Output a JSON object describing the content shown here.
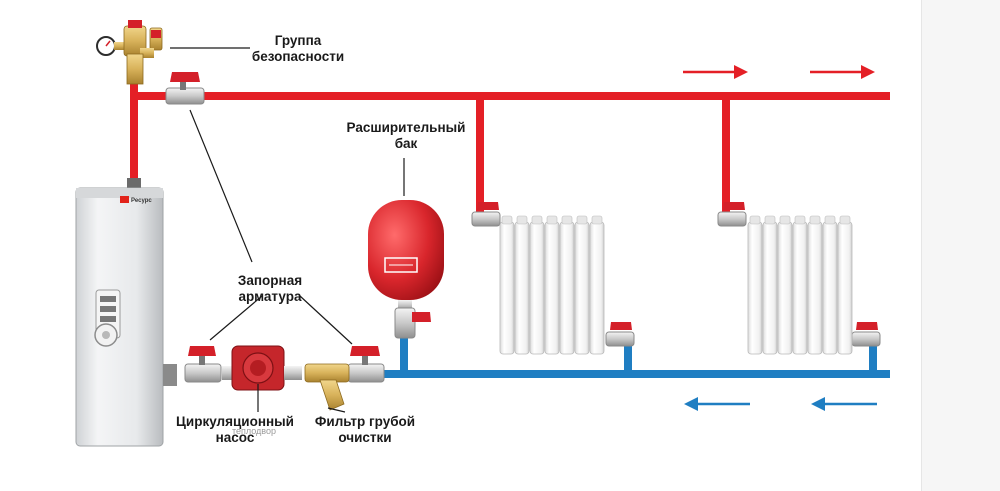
{
  "colors": {
    "supply": "#e41f26",
    "return": "#1f7ec2",
    "arrow_supply": "#e41f26",
    "arrow_return": "#1f7ec2",
    "valve_handle": "#d42029",
    "brass": "#d8b25a",
    "tank": "#d9262c",
    "boiler_body": "#e9ebed"
  },
  "boiler": {
    "brand": "Ресурс"
  },
  "labels": {
    "safety_group": [
      "Группа",
      "безопасности"
    ],
    "expansion_tank": [
      "Расширительный",
      "бак"
    ],
    "shutoff_valves": [
      "Запорная",
      "арматура"
    ],
    "circulation_pump": [
      "Циркуляционный",
      "насос"
    ],
    "coarse_filter": [
      "Фильтр грубой",
      "очистки"
    ]
  },
  "watermark": "теплодвор",
  "icons": {
    "supply_arrow": "arrow-right-icon",
    "return_arrow": "arrow-left-icon",
    "gauge": "pressure-gauge-icon"
  }
}
